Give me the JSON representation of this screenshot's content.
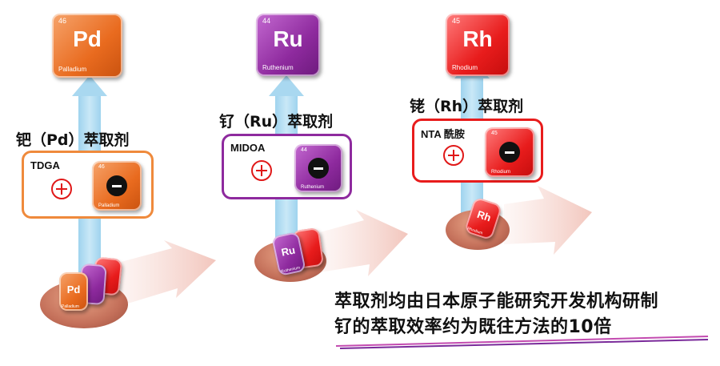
{
  "elements": {
    "pd": {
      "number": "46",
      "symbol": "Pd",
      "name": "Palladium"
    },
    "ru": {
      "number": "44",
      "symbol": "Ru",
      "name": "Ruthenium"
    },
    "rh": {
      "number": "45",
      "symbol": "Rh",
      "name": "Rhodium"
    }
  },
  "extractants": {
    "pd": {
      "title": "钯（Pd）萃取剂",
      "agent": "TDGA"
    },
    "ru": {
      "title": "钌（Ru）萃取剂",
      "agent": "MIDOA"
    },
    "rh": {
      "title": "铑（Rh）萃取剂",
      "agent": "NTA 酰胺"
    }
  },
  "caption": {
    "line1": "萃取剂均由日本原子能研究开发机构研制",
    "line2": "钌的萃取效率约为既往方法的10倍"
  },
  "colors": {
    "pd": "#e96b1f",
    "ru": "#8e2a9e",
    "rh": "#e81c1c",
    "arrow": "#a9d8f0",
    "plus": "#e01818"
  },
  "icons": {
    "plus": "plus-circle-icon",
    "minus": "minus-circle-icon"
  }
}
